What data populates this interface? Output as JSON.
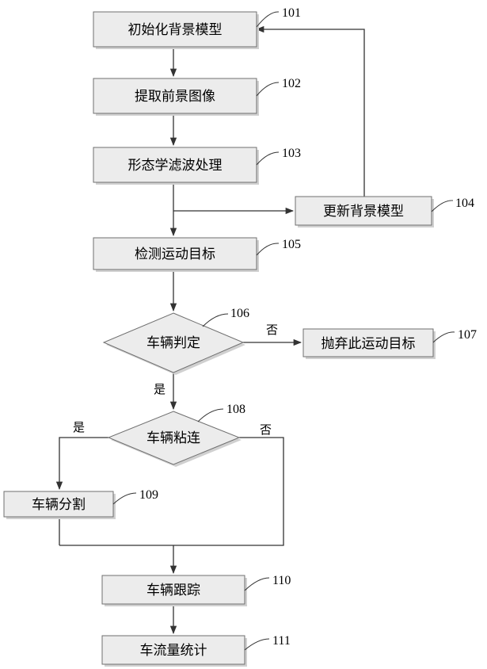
{
  "nodes": {
    "n101": {
      "label": "初始化背景模型",
      "ref": "101"
    },
    "n102": {
      "label": "提取前景图像",
      "ref": "102"
    },
    "n103": {
      "label": "形态学滤波处理",
      "ref": "103"
    },
    "n104": {
      "label": "更新背景模型",
      "ref": "104"
    },
    "n105": {
      "label": "检测运动目标",
      "ref": "105"
    },
    "n106": {
      "label": "车辆判定",
      "ref": "106"
    },
    "n107": {
      "label": "抛弃此运动目标",
      "ref": "107"
    },
    "n108": {
      "label": "车辆粘连",
      "ref": "108"
    },
    "n109": {
      "label": "车辆分割",
      "ref": "109"
    },
    "n110": {
      "label": "车辆跟踪",
      "ref": "110"
    },
    "n111": {
      "label": "车流量统计",
      "ref": "111"
    }
  },
  "edge_labels": {
    "n106_no": "否",
    "n106_yes": "是",
    "n108_yes": "是",
    "n108_no": "否"
  }
}
